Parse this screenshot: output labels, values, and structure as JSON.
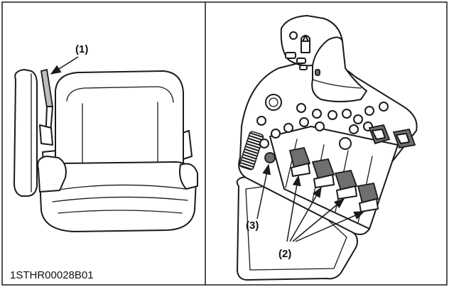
{
  "callouts": {
    "left": {
      "lever_label": "(1)"
    },
    "right": {
      "button_label": "(3)",
      "switch_label": "(2)"
    }
  },
  "figure_code": "1STHR00028B01",
  "colors": {
    "ink": "#1a1a1a",
    "paper": "#ffffff",
    "shade": "#bdbdbd"
  }
}
